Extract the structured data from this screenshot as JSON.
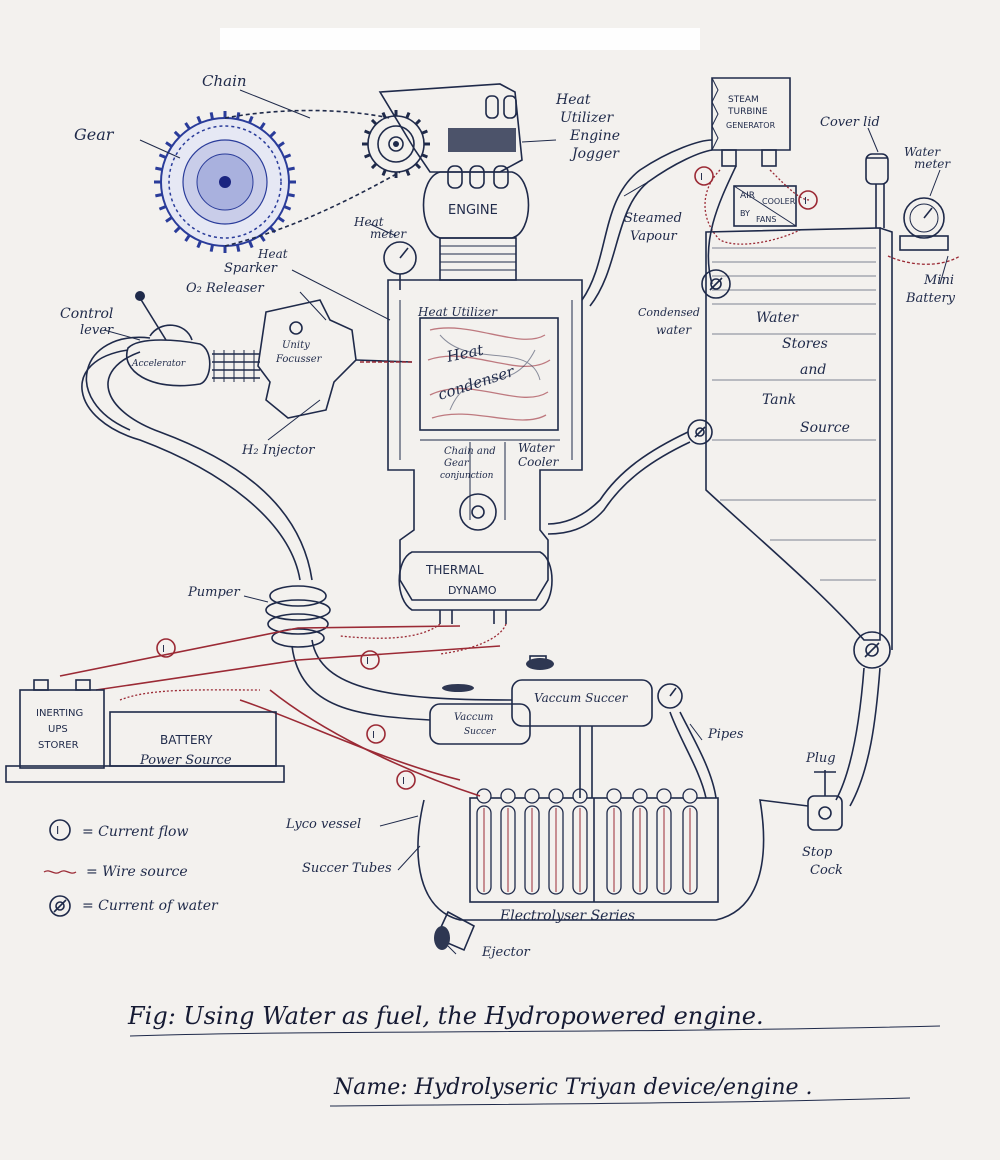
{
  "labels": {
    "chain": "Chain",
    "gear": "Gear",
    "heat_utilizer_engine_jogger": [
      "Heat",
      "Utilizer",
      "Engine",
      "Jogger"
    ],
    "engine": "ENGINE",
    "heat_meter": [
      "Heat",
      "meter"
    ],
    "heat_sparker": [
      "Heat",
      "Sparker"
    ],
    "o2_releaser": "O₂ Releaser",
    "control_lever": [
      "Control",
      "lever"
    ],
    "accelerator": "Accelerator",
    "unity_focusser": [
      "Unity",
      "Focusser"
    ],
    "heat_utilizer": "Heat Utilizer",
    "heat_condenser": [
      "Heat",
      "condenser"
    ],
    "h2_injector": "H₂ Injector",
    "chain_gear_conjunction": [
      "Chain and",
      "Gear",
      "conjunction"
    ],
    "water_cooler": [
      "Water",
      "Cooler"
    ],
    "thermal_dynamo": [
      "THERMAL",
      "DYNAMO"
    ],
    "steam_turbine_generator": [
      "STEAM",
      "TURBINE",
      "GENERATOR"
    ],
    "air_cooler_fans": [
      "AIR",
      "COOLER",
      "BY",
      "FANS"
    ],
    "steamed_vapour": [
      "Steamed",
      "Vapour"
    ],
    "condensed_water": [
      "Condensed",
      "water"
    ],
    "cover_lid": "Cover lid",
    "water_meter": [
      "Water",
      "meter"
    ],
    "mini_battery": [
      "Mini",
      "Battery"
    ],
    "water_storage_tank": [
      "Water",
      "Stores",
      "and",
      "Tank",
      "Source"
    ],
    "pumper": "Pumper",
    "inverting_ups_storer": [
      "INERTING",
      "UPS",
      "STORER"
    ],
    "battery": "BATTERY",
    "power_source": "Power Source",
    "vaccum_succer_1": "Vaccum Succer",
    "vaccum_succer_2": [
      "Vaccum",
      "Succer"
    ],
    "pipes": "Pipes",
    "plug": "Plug",
    "stop_cock": [
      "Stop",
      "Cock"
    ],
    "lyco_vessel": "Lyco vessel",
    "succer_tubes": "Succer Tubes",
    "electrolyser_series": "Electrolyser Series",
    "ejector": "Ejector",
    "current_symbol": "I"
  },
  "legend": {
    "current_flow": "= Current flow",
    "wire_source": "= Wire source",
    "current_of_water": "= Current of water"
  },
  "caption": {
    "figure": "Fig: Using Water as fuel, the Hydropowered engine.",
    "name": "Name: Hydrolyseric Triyan device/engine ."
  },
  "colors": {
    "ink": "#1f2a4a",
    "red_wire": "#9b2a35",
    "paper": "#f3f1ee",
    "gear_blue": "#2a3c9a"
  }
}
